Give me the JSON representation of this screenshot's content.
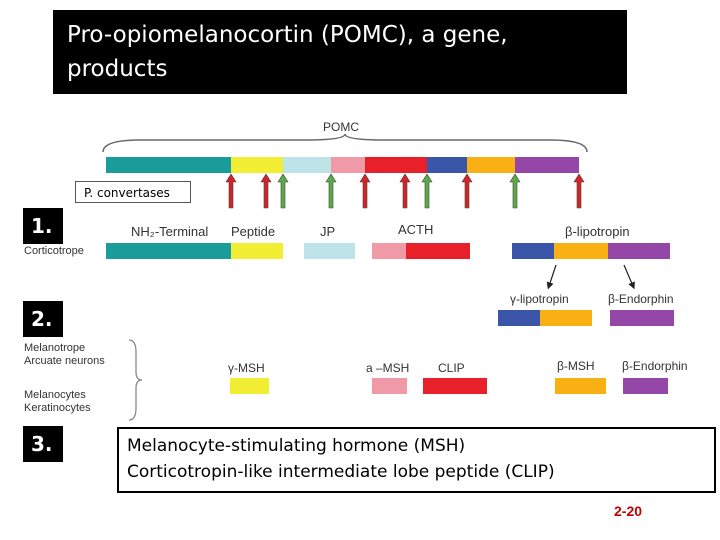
{
  "title_lines": [
    "Pro-opiomelanocortin (POMC), a gene,",
    "products"
  ],
  "pomc_label": "POMC",
  "convertases_label": "P. convertases",
  "steps": [
    "1.",
    "2.",
    "3."
  ],
  "tissues": {
    "corticotrope": "Corticotrope",
    "melanotrope": "Melanotrope",
    "arcuate": "Arcuate neurons",
    "melanocytes": "Melanocytes",
    "keratinocytes": "Keratinocytes"
  },
  "row1_labels": {
    "nh2": "NH₂-Terminal",
    "peptide": "Peptide",
    "jp": "JP",
    "acth": "ACTH",
    "blpt": "β-lipotropin"
  },
  "row2_labels": {
    "glpt": "γ-lipotropin",
    "bend": "β-Endorphin"
  },
  "row3_labels": {
    "gmsh": "γ-MSH",
    "amsh": "a –MSH",
    "clip": "CLIP",
    "bmsh": "β-MSH",
    "bend": "β-Endorphin"
  },
  "definitions": [
    "Melanocyte-stimulating hormone (MSH)",
    "Corticotropin-like intermediate lobe peptide (CLIP)"
  ],
  "page_number": "2-20",
  "colors": {
    "teal": "#1a9d9a",
    "yellow": "#f2ee33",
    "lightblue": "#bfe4e8",
    "pink": "#f09aa8",
    "red": "#e8202a",
    "blue": "#3b56a8",
    "orange": "#f8b014",
    "purple": "#9447a6",
    "arrow_red": "#d62128",
    "arrow_green": "#5aaa46"
  },
  "cleavage_arrows": [
    "red",
    "red",
    "green",
    "green",
    "red",
    "red",
    "green",
    "red",
    "green",
    "red"
  ]
}
